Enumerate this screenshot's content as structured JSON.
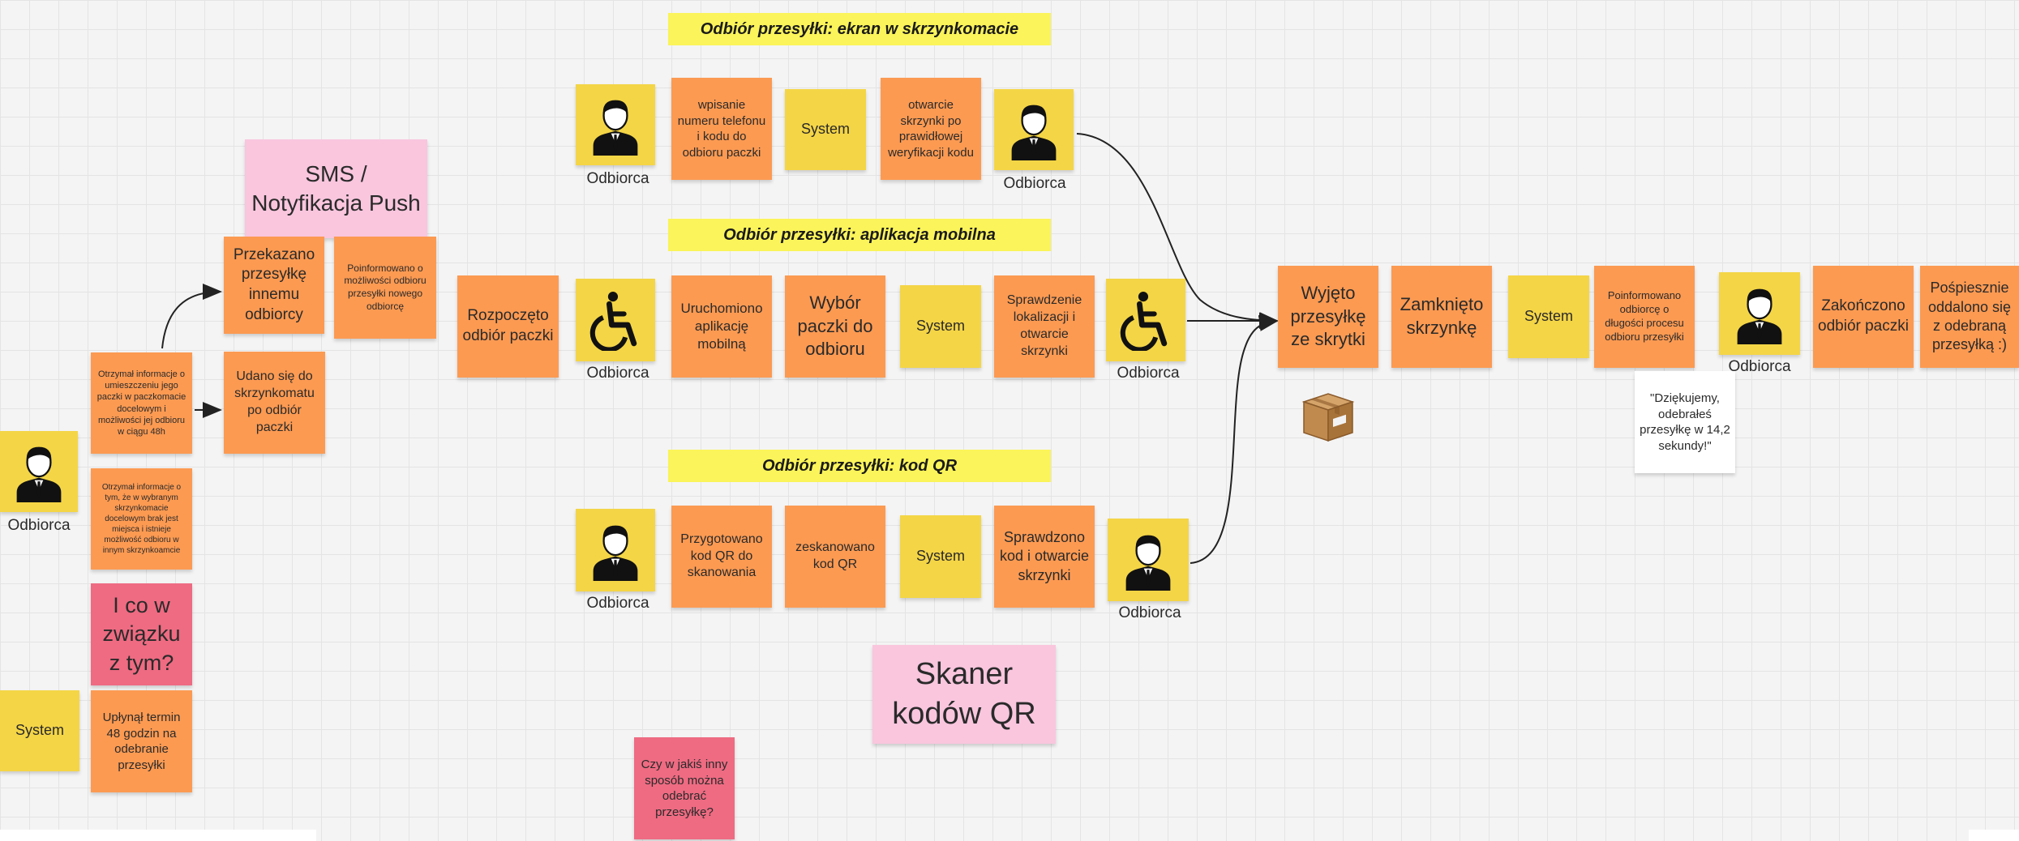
{
  "colors": {
    "orange": "#fc9a52",
    "yellow": "#f4d546",
    "pink": "#f9c6de",
    "rose": "#ee6b82",
    "header": "#fbf45a"
  },
  "headers": {
    "ekran": "Odbiór przesyłki: ekran w skrzynkomacie",
    "mobile": "Odbiór przesyłki: aplikacja mobilna",
    "qr": "Odbiór przesyłki: kod QR"
  },
  "actor_label": "Odbiorca",
  "system_label": "System",
  "left": {
    "sms": "SMS / Notyfikacja Push",
    "forwarded": "Przekazano przesyłkę innemu odbiorcy",
    "informed_new": "Poinformowano o możliwości odbioru przesyłki nowego odbiorcę",
    "received_info": "Otrzymał informacje o umieszczeniu jego paczki w paczkomacie docelowym i możliwości jej odbioru w ciągu 48h",
    "went_to": "Udano się do skrzynkomatu po odbiór paczki",
    "no_space": "Otrzymał informacje o tym, że w wybranym skrzynkomacie docelowym brak jest miejsca i istnieje możliwość odbioru w innym skrzynkoamcie",
    "question": "I co w związku z tym?",
    "deadline": "Upłynął termin 48 godzin na odebranie przesyłki"
  },
  "start": "Rozpoczęto odbiór paczki",
  "ekran": {
    "enter": "wpisanie numeru telefonu i kodu do odbioru paczki",
    "open": "otwarcie skrzynki po prawidłowej weryfikacji kodu"
  },
  "mobile": {
    "launch": "Uruchomiono aplikację mobilną",
    "choose": "Wybór paczki do odbioru",
    "check": "Sprawdzenie lokalizacji i otwarcie skrzynki"
  },
  "qr": {
    "prepared": "Przygotowano kod QR do skanowania",
    "scanned": "zeskanowano kod QR",
    "verified": "Sprawdzono kod i otwarcie skrzynki"
  },
  "scanner": "Skaner kodów QR",
  "other_way": "Czy w jakiś inny sposób można odebrać przesyłkę?",
  "right": {
    "taken": "Wyjęto przesyłkę ze skrytki",
    "closed": "Zamknięto skrzynkę",
    "informed_duration": "Poinformowano odbiorcę o długości procesu odbioru przesyłki",
    "thanks": "\"Dziękujemy, odebrałeś przesyłkę w 14,2 sekundy!\"",
    "finished": "Zakończono odbiór paczki",
    "haste": "Pośpiesznie oddalono się z odebraną przesyłką :)"
  },
  "icons": {
    "person": "person-icon",
    "wheelchair": "wheelchair-icon",
    "package": "package-icon"
  }
}
